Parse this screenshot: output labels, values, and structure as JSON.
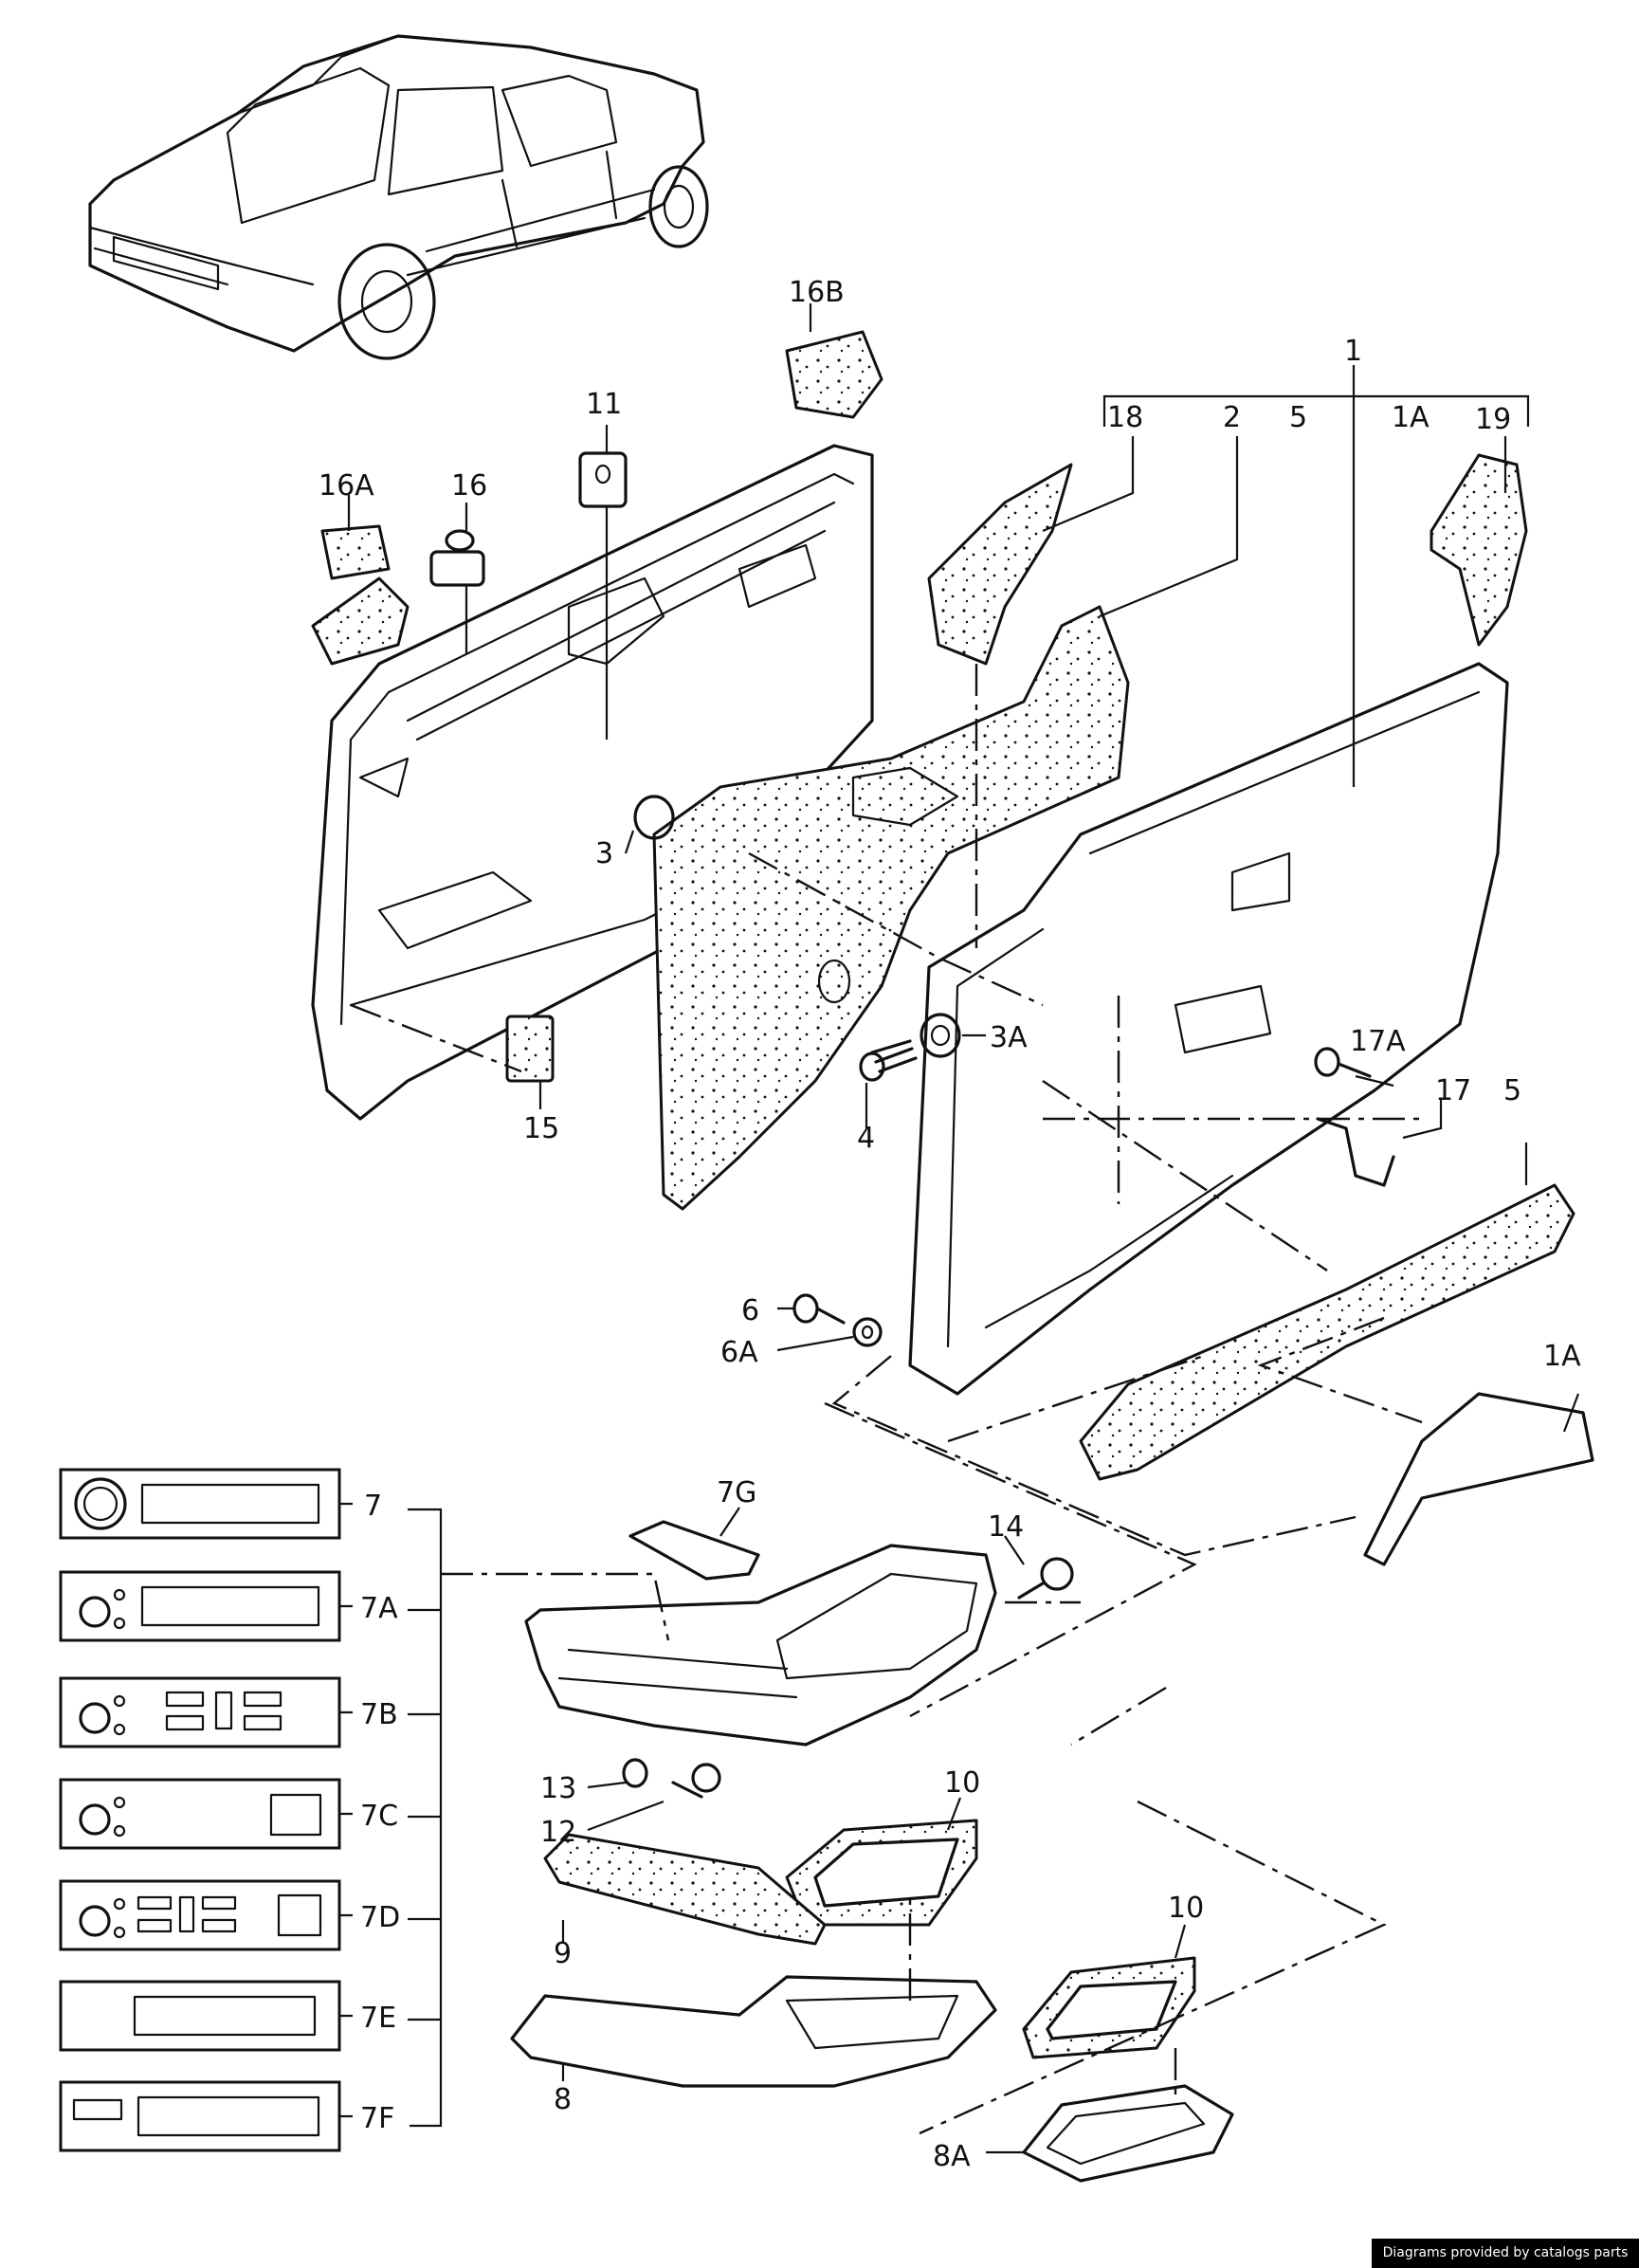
{
  "labels": {
    "p1": "1",
    "p1A_top": "1A",
    "p1A_side": "1A",
    "p2": "2",
    "p3": "3",
    "p3A": "3A",
    "p4": "4",
    "p5_top": "5",
    "p5_side": "5",
    "p6": "6",
    "p6A": "6A",
    "p7": "7",
    "p7A": "7A",
    "p7B": "7B",
    "p7C": "7C",
    "p7D": "7D",
    "p7E": "7E",
    "p7F": "7F",
    "p7G": "7G",
    "p8": "8",
    "p8A": "8A",
    "p9": "9",
    "p10a": "10",
    "p10b": "10",
    "p11": "11",
    "p12": "12",
    "p13": "13",
    "p14": "14",
    "p15": "15",
    "p16": "16",
    "p16A": "16A",
    "p16B": "16B",
    "p17": "17",
    "p17A": "17A",
    "p18": "18",
    "p19": "19"
  },
  "credit": "Diagrams provided by catalogs parts"
}
